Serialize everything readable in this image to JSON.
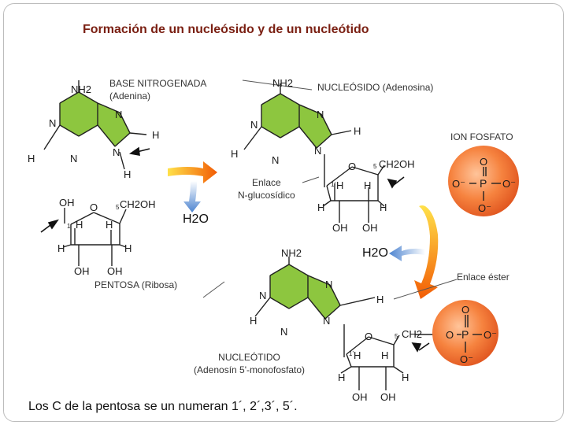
{
  "title": "Formación de un nucleósido y de un nucleótido",
  "labels": {
    "base": "BASE NITROGENADA\n(Adenina)",
    "nucleoside": "NUCLEÓSIDO  (Adenosina)",
    "phosphate_ion": "ION FOSFATO",
    "bond": "Enlace\nN-glucosídico",
    "water_1": "H2O",
    "water_2": "H2O",
    "ester": "Enlace éster",
    "pentose": "PENTOSA  (Ribosa)",
    "nucleotide": "NUCLEÓTIDO\n(Adenosín 5'-monofosfato)"
  },
  "footnote": "Los C de la pentosa se un numeran 1´, 2´,3´, 5´.",
  "atoms": {
    "nh2": "NH2",
    "n": "N",
    "h": "H",
    "o": "O",
    "oh": "OH",
    "ch2oh": "CH2OH",
    "ch2": "CH2",
    "p": "P",
    "o_minus": "O⁻",
    "c1": "1'",
    "c5": "5"
  },
  "colors": {
    "base_fill": "#8dc63f",
    "phosphate_fill": "#f36a3a",
    "title": "#7a1f12",
    "arrow_orange": "#f57f17",
    "arrow_blue": "#5b8fd6"
  }
}
